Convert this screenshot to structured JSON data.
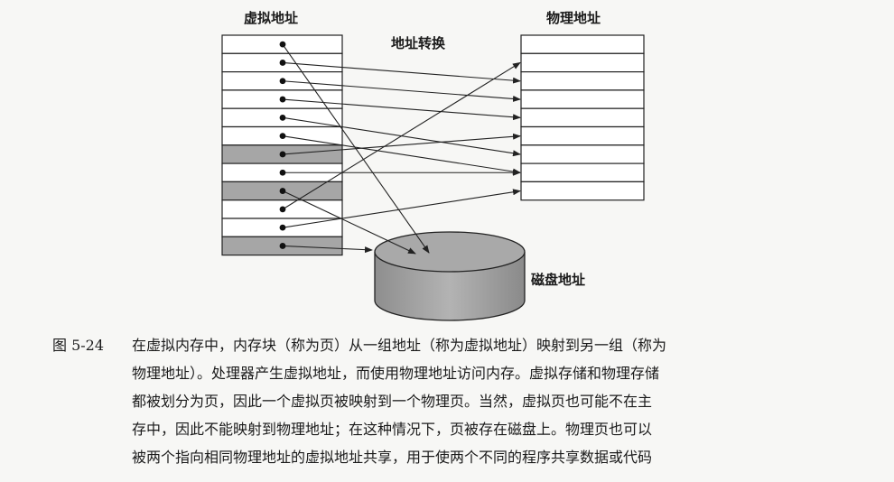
{
  "labels": {
    "virtual": "虚拟地址",
    "physical": "物理地址",
    "translation": "地址转换",
    "disk": "磁盘地址"
  },
  "virtual_pages": 12,
  "physical_pages": 9,
  "shaded_virtual_rows": [
    6,
    8,
    11
  ],
  "mappings": [
    {
      "from": 0,
      "to": "disk"
    },
    {
      "from": 1,
      "to": 2
    },
    {
      "from": 2,
      "to": 3
    },
    {
      "from": 3,
      "to": 4
    },
    {
      "from": 4,
      "to": 6
    },
    {
      "from": 5,
      "to": 7
    },
    {
      "from": 6,
      "to": 5
    },
    {
      "from": 7,
      "to": 7
    },
    {
      "from": 8,
      "to": "disk"
    },
    {
      "from": 9,
      "to": 1
    },
    {
      "from": 10,
      "to": 8
    },
    {
      "from": 11,
      "to": "disk"
    }
  ],
  "caption": {
    "figure_number": "图 5-24",
    "lines": [
      "在虚拟内存中，内存块（称为页）从一组地址（称为虚拟地址）映射到另一组（称为",
      "物理地址）。处理器产生虚拟地址，而使用物理地址访问内存。虚拟存储和物理存储",
      "都被划分为页，因此一个虚拟页被映射到一个物理页。当然，虚拟页也可能不在主",
      "存中，因此不能映射到物理地址；在这种情况下，页被存在磁盘上。物理页也可以",
      "被两个指向相同物理地址的虚拟地址共享，用于使两个不同的程序共享数据或代码"
    ]
  }
}
